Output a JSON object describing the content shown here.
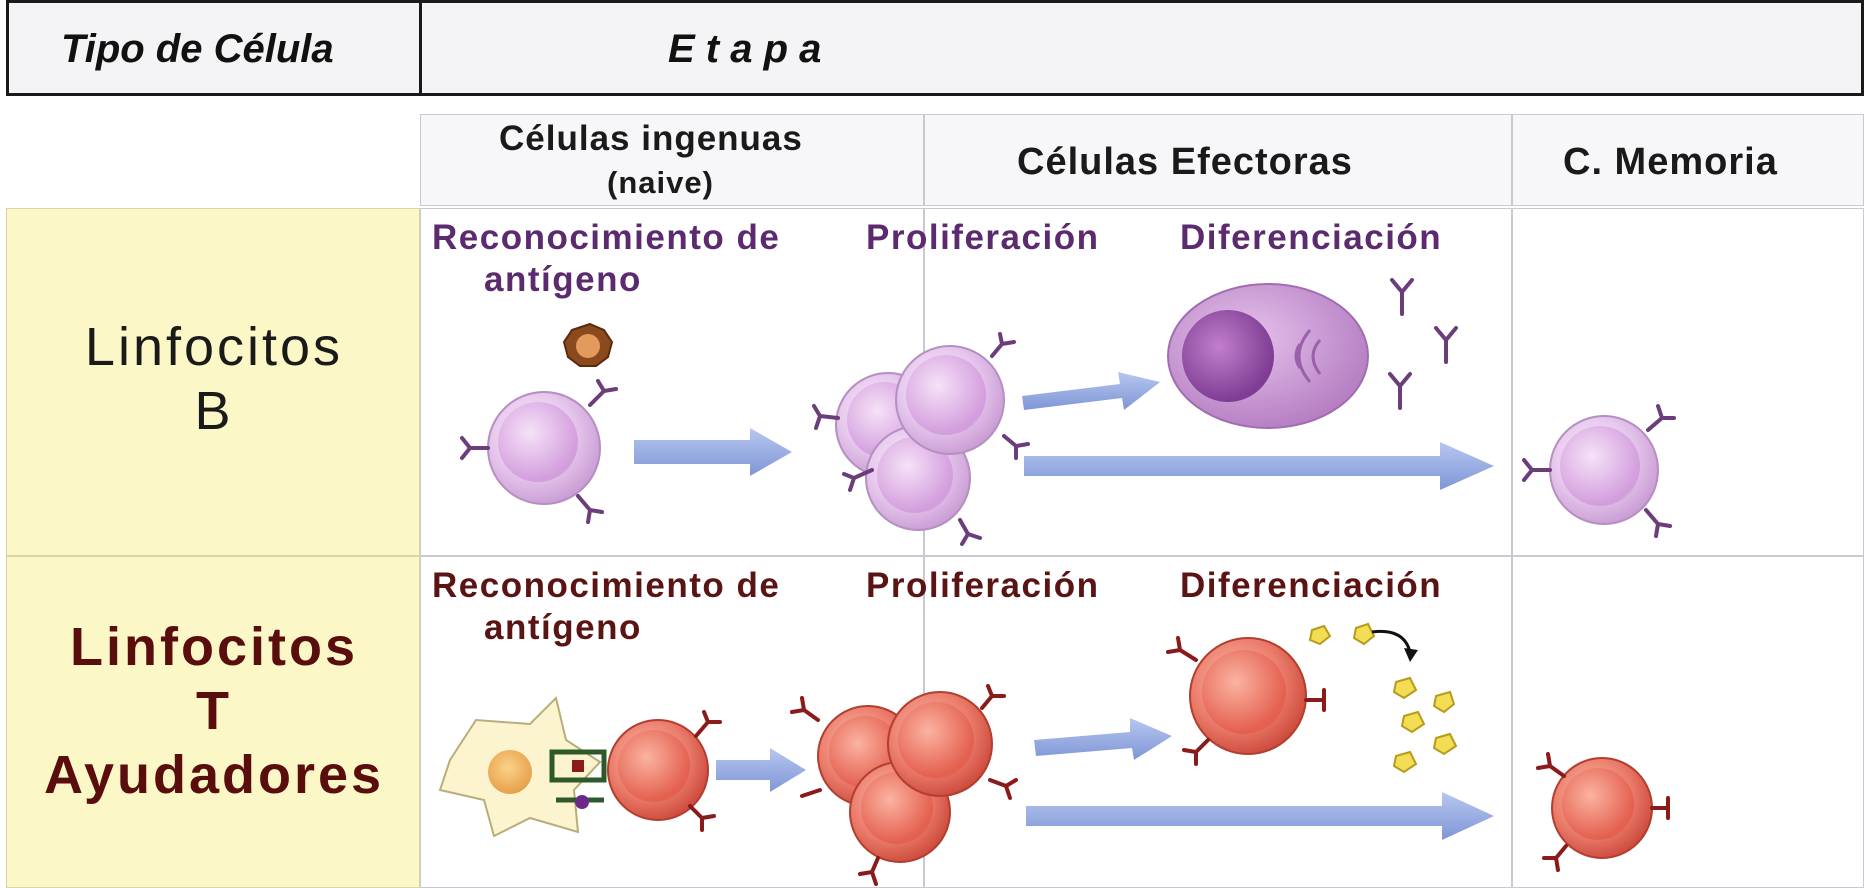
{
  "header": {
    "type_label": "Tipo de Célula",
    "stage_label": "E t a p a"
  },
  "columns": {
    "naive_line1": "Células ingenuas",
    "naive_line2": "(naive)",
    "effector": "Células Efectoras",
    "memory": "C. Memoria"
  },
  "rows": [
    {
      "title_line1": "Linfocitos",
      "title_line2": "B",
      "stage_recognition_line1": "Reconocimiento de",
      "stage_recognition_line2": "antígeno",
      "stage_proliferation": "Proliferación",
      "stage_differentiation": "Diferenciación"
    },
    {
      "title_line1": "Linfocitos",
      "title_line2": "T",
      "title_line3": "Ayudadores",
      "stage_recognition_line1": "Reconocimiento de",
      "stage_recognition_line2": "antígeno",
      "stage_proliferation": "Proliferación",
      "stage_differentiation": "Diferenciación"
    }
  ],
  "colors": {
    "b_row_title": "#1a1a1a",
    "t_row_title": "#5a0d0d",
    "b_stage_text": "#5c2a6e",
    "t_stage_text": "#5a1414",
    "b_cell_fill": "#e8c9ee",
    "t_cell_fill": "#e9776a",
    "arrow": "#8fa6df"
  }
}
